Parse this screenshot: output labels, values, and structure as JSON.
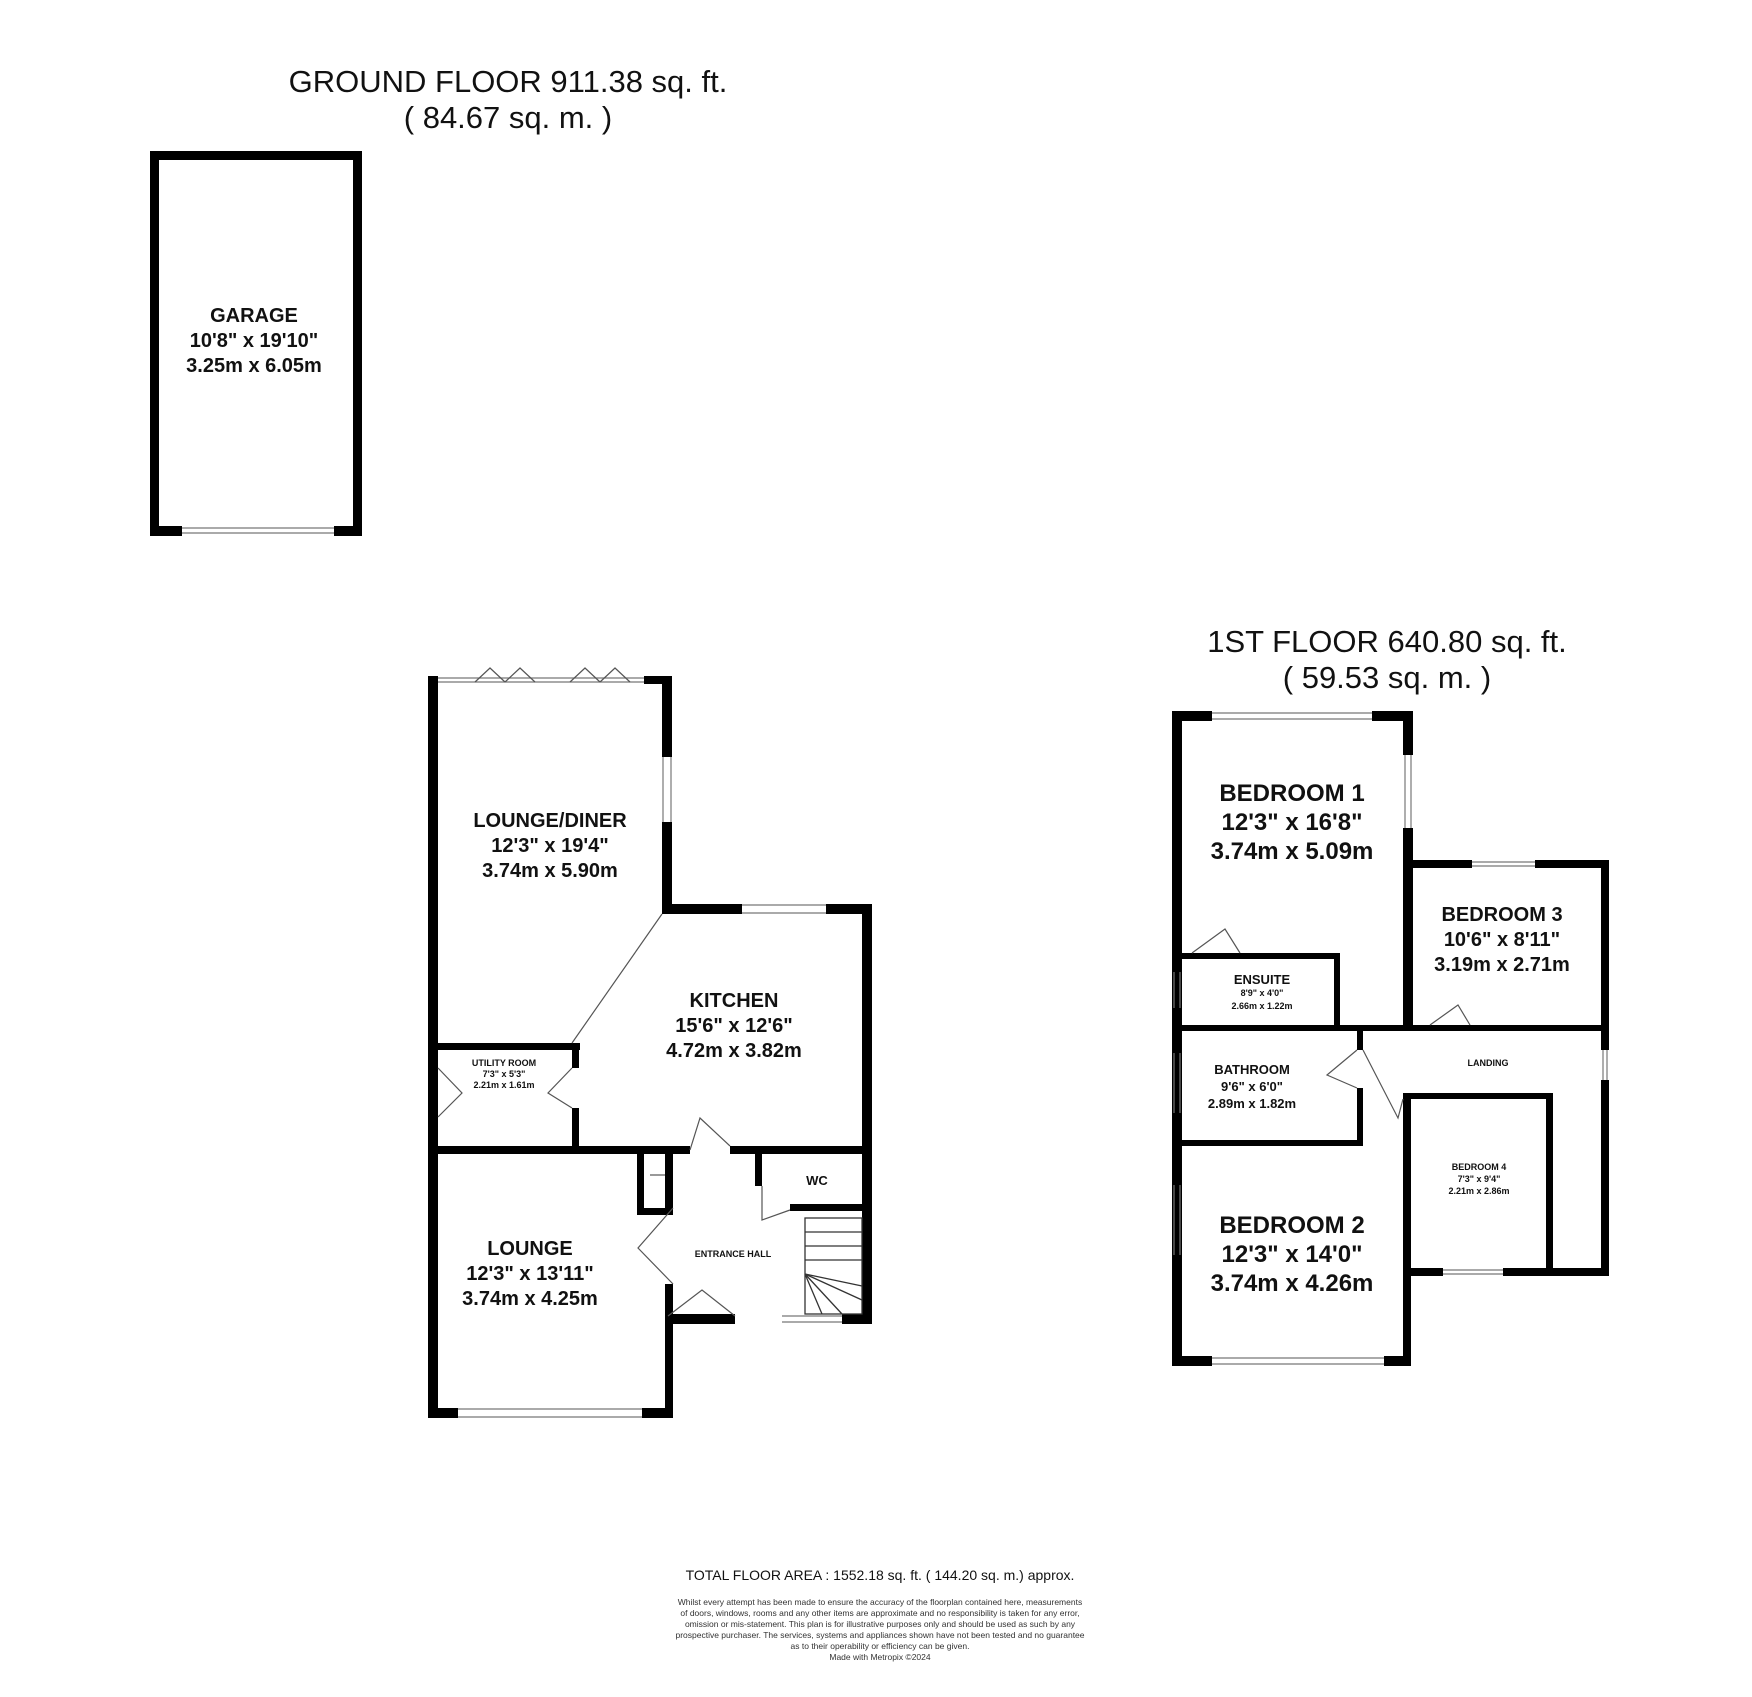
{
  "floors": {
    "ground": {
      "title": "GROUND FLOOR 911.38 sq. ft.",
      "subtitle": "( 84.67 sq. m. )"
    },
    "first": {
      "title": "1ST FLOOR 640.80 sq. ft.",
      "subtitle": "( 59.53 sq. m. )"
    }
  },
  "rooms": {
    "garage": {
      "name": "GARAGE",
      "imperial": "10'8\" x 19'10\"",
      "metric": "3.25m x 6.05m"
    },
    "lounge_diner": {
      "name": "LOUNGE/DINER",
      "imperial": "12'3\" x 19'4\"",
      "metric": "3.74m x 5.90m"
    },
    "kitchen": {
      "name": "KITCHEN",
      "imperial": "15'6\" x 12'6\"",
      "metric": "4.72m x 3.82m"
    },
    "utility_room": {
      "name": "UTILITY ROOM",
      "imperial": "7'3\" x 5'3\"",
      "metric": "2.21m x 1.61m"
    },
    "lounge": {
      "name": "LOUNGE",
      "imperial": "12'3\" x 13'11\"",
      "metric": "3.74m x 4.25m"
    },
    "wc": {
      "name": "WC"
    },
    "entrance_hall": {
      "name": "ENTRANCE HALL"
    },
    "bedroom1": {
      "name": "BEDROOM 1",
      "imperial": "12'3\" x 16'8\"",
      "metric": "3.74m x 5.09m"
    },
    "ensuite": {
      "name": "ENSUITE",
      "imperial": "8'9\" x 4'0\"",
      "metric": "2.66m x 1.22m"
    },
    "bedroom3": {
      "name": "BEDROOM 3",
      "imperial": "10'6\" x 8'11\"",
      "metric": "3.19m x 2.71m"
    },
    "bathroom": {
      "name": "BATHROOM",
      "imperial": "9'6\" x 6'0\"",
      "metric": "2.89m x 1.82m"
    },
    "landing": {
      "name": "LANDING"
    },
    "bedroom4": {
      "name": "BEDROOM 4",
      "imperial": "7'3\" x 9'4\"",
      "metric": "2.21m x 2.86m"
    },
    "bedroom2": {
      "name": "BEDROOM 2",
      "imperial": "12'3\" x 14'0\"",
      "metric": "3.74m x 4.26m"
    }
  },
  "footer": {
    "total": "TOTAL FLOOR AREA : 1552.18 sq. ft. ( 144.20 sq. m.) approx.",
    "disclaimer": [
      "Whilst every attempt has been made to ensure the accuracy of the floorplan contained here, measurements",
      "of doors, windows, rooms and any other items are approximate and no responsibility is taken for any error,",
      "omission or mis-statement. This plan is for illustrative purposes only and should be used as such by any",
      "prospective purchaser. The services, systems and appliances shown have not been tested and no guarantee",
      "as to their operability or efficiency can be given."
    ],
    "credit": "Made with Metropix ©2024"
  }
}
